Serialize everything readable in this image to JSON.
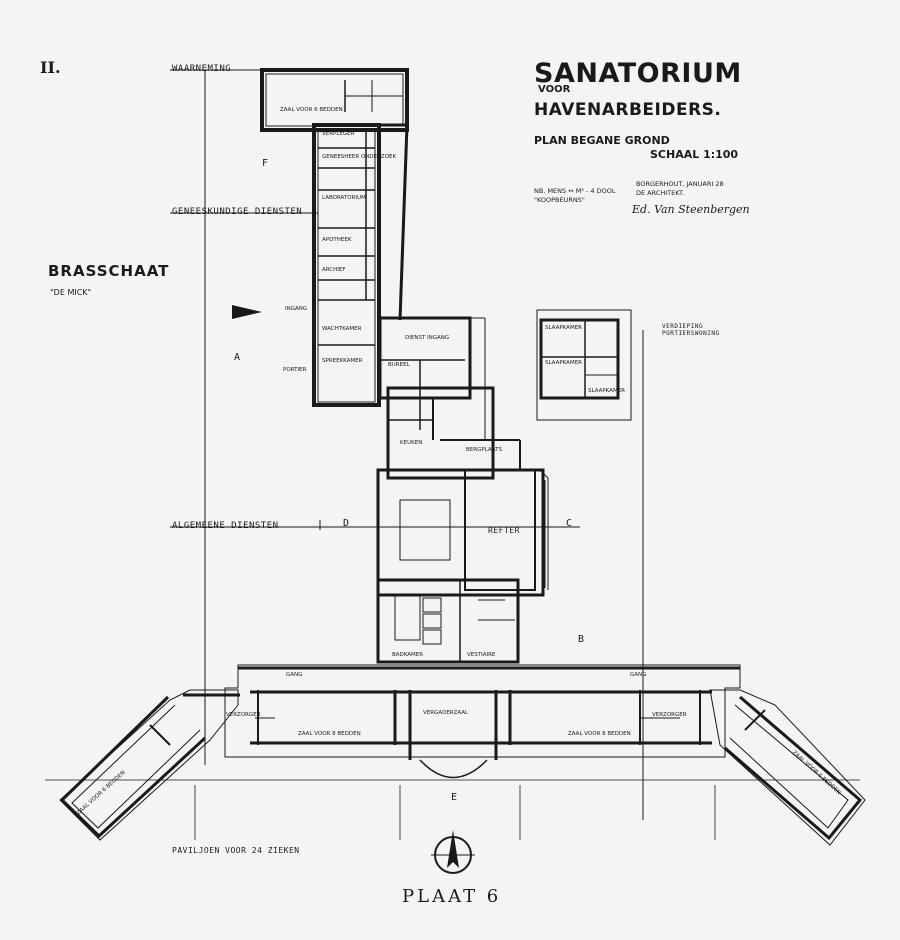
{
  "sheet": {
    "roman_numeral": "II.",
    "title_line1": "SANATORIUM",
    "title_line2": "VOOR",
    "title_line3": "HAVENARBEIDERS.",
    "title_line4": "PLAN BEGANE GROND",
    "scale": "SCHAAL 1:100",
    "location": "BRASSCHAAT",
    "location_sub": "\"DE MICK\"",
    "plate": "PLAAT 6",
    "note_left_1": "NB. MENS ↔ M² - 4 DOOL",
    "note_left_2": "\"KOOPBEURNS\"",
    "note_right_1": "BORGERHOUT, JANUARI 28",
    "note_right_2": "DE ARCHITEKT.",
    "signature": "Ed. Van Steenbergen"
  },
  "zones": {
    "waarneming": "WAARNEMING",
    "geneeskundige": "GENEESKUNDIGE DIENSTEN",
    "algemeene": "ALGEMEENE DIENSTEN",
    "paviljoen": "PAVILJOEN VOOR 24 ZIEKEN",
    "portier": "VERDIEPING PORTIERSWONING"
  },
  "rooms": {
    "zaal_top": "ZAAL VOOR 6 BEDDEN",
    "verpleger": "VERPLEGER",
    "genees_onderzoek": "GENEESHEER ONDERZOEK",
    "laboratorium": "LABORATORIUM",
    "apotheek": "APOTHEEK",
    "archief": "ARCHIEF",
    "wachtkamer": "WACHTKAMER",
    "ingang": "INGANG",
    "spreek": "SPREEKKAMER",
    "bureel": "BUREEL",
    "portier": "PORTIER",
    "dienst_ingang": "DIENST INGANG",
    "keuken": "KEUKEN",
    "bergplaats": "BERGPLAATS",
    "refter": "REFTER",
    "badkamer": "BADKAMER",
    "vestiaire": "VESTIAIRE",
    "gang_l": "GANG",
    "gang_r": "GANG",
    "verzorger_l": "VERZORGER",
    "verzorger_r": "VERZORGER",
    "zaal_l": "ZAAL VOOR 8 BEDDEN",
    "zaal_r": "ZAAL VOOR 8 BEDDEN",
    "vergaderzaal": "VERGADERZAAL",
    "zaal_wing_l": "ZAAL VOOR 6 BEDDEN",
    "zaal_wing_r": "ZAAL VOOR 6 BEDDEN",
    "slaap1": "SLAAPKAMER",
    "slaap2": "SLAAPKAMER",
    "slaap3": "SLAAPKAMER",
    "marker_f": "F",
    "marker_a": "A",
    "marker_d": "D",
    "marker_c": "C",
    "marker_b": "B",
    "marker_e": "E"
  },
  "colors": {
    "ink": "#1a1a1a",
    "paper": "#f4f4f2"
  }
}
